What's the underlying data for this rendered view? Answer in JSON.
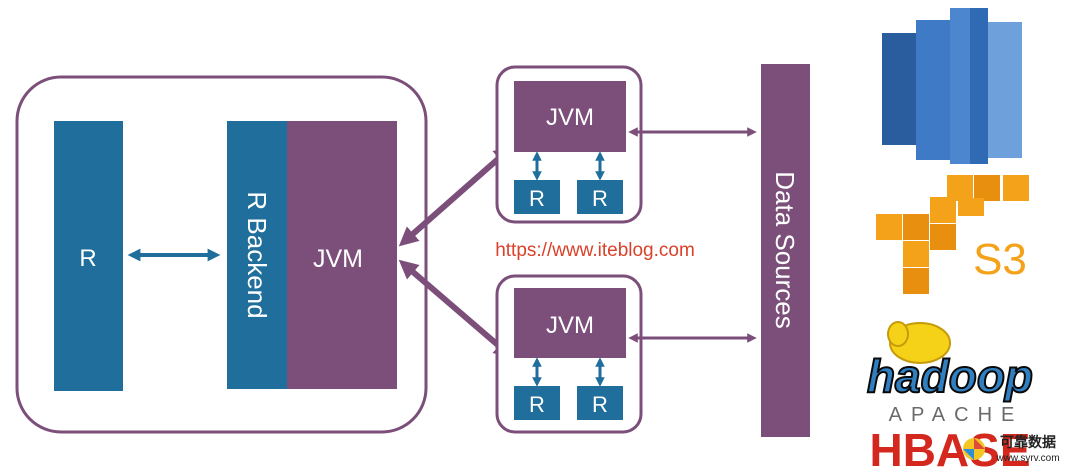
{
  "colors": {
    "purple": "#7b4f7a",
    "blue": "#1f6e9c",
    "border": "#7b4f7a",
    "url": "#d9412a",
    "redshift_dark": "#2a5d9e",
    "redshift_mid": "#3f7ac6",
    "redshift_light": "#6ea0dc",
    "s3_orange": "#f5a21b",
    "hadoop_blue": "#2f7fc1",
    "hbase_red": "#d4271d",
    "apache_gray": "#6a6a6a"
  },
  "driver": {
    "r_label": "R",
    "backend_label": "R Backend",
    "jvm_label": "JVM"
  },
  "workers": [
    {
      "jvm_label": "JVM",
      "r1_label": "R",
      "r2_label": "R"
    },
    {
      "jvm_label": "JVM",
      "r1_label": "R",
      "r2_label": "R"
    }
  ],
  "data_sources_label": "Data Sources",
  "watermark_url": "https://www.iteblog.com",
  "logos": {
    "s3_label": "S3",
    "hadoop_label": "hadoop",
    "apache_label": "APACHE",
    "hbase_label": "HBASE",
    "corner_mark_text": "可靠数据",
    "corner_mark_url": "www.syrv.com"
  }
}
